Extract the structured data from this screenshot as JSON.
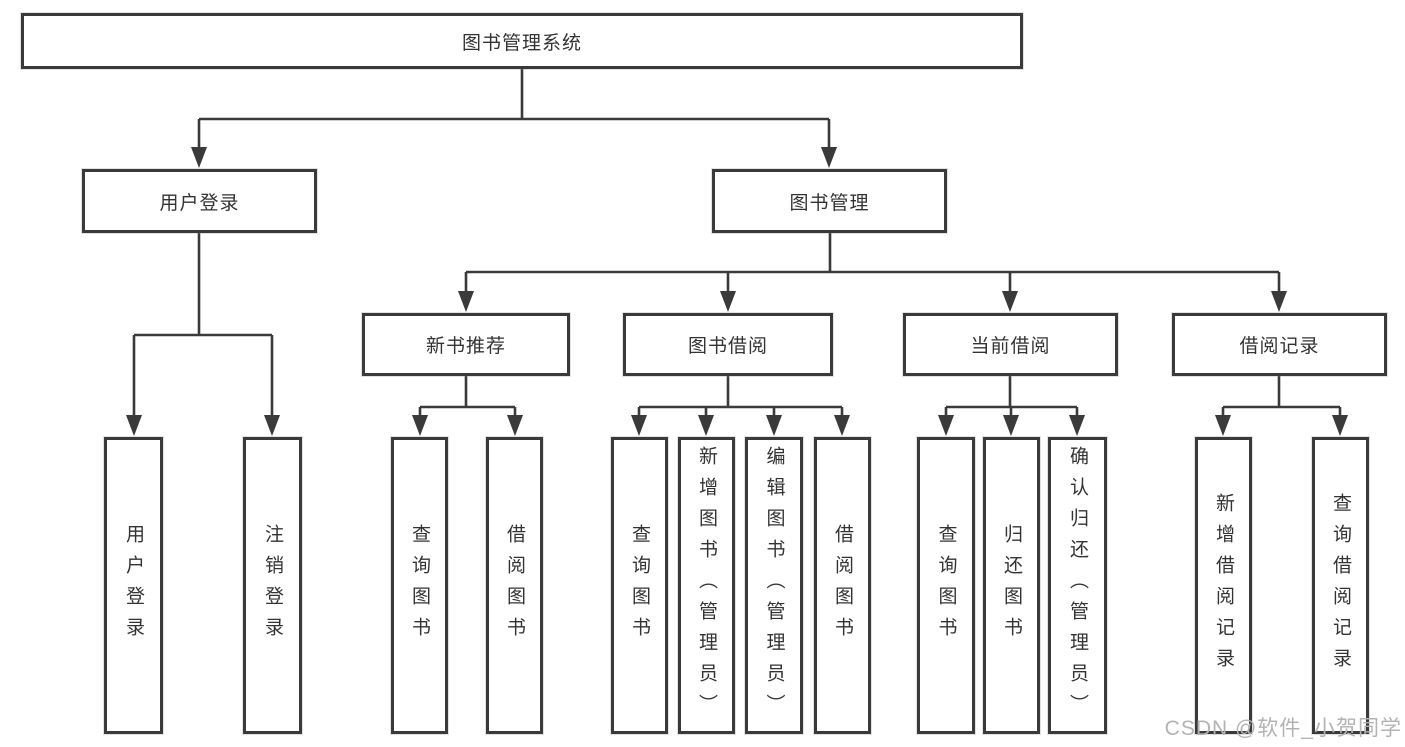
{
  "diagram": {
    "type": "hierarchy-tree",
    "title": "图书管理系统",
    "line_color": "#3a3a3a",
    "text_color": "#333333",
    "box_background": "#ffffff"
  },
  "nodes": {
    "root": {
      "label": "图书管理系统"
    },
    "level2": [
      {
        "label": "用户登录"
      },
      {
        "label": "图书管理"
      }
    ],
    "level3": [
      {
        "label": "新书推荐",
        "parent": "图书管理"
      },
      {
        "label": "图书借阅",
        "parent": "图书管理"
      },
      {
        "label": "当前借阅",
        "parent": "图书管理"
      },
      {
        "label": "借阅记录",
        "parent": "图书管理"
      }
    ],
    "leaves": [
      {
        "label": "用户登录",
        "parent": "用户登录"
      },
      {
        "label": "注销登录",
        "parent": "用户登录"
      },
      {
        "label": "查询图书",
        "parent": "新书推荐"
      },
      {
        "label": "借阅图书",
        "parent": "新书推荐"
      },
      {
        "label": "查询图书",
        "parent": "图书借阅"
      },
      {
        "label": "新增图书（管理员）",
        "parent": "图书借阅"
      },
      {
        "label": "编辑图书（管理员）",
        "parent": "图书借阅"
      },
      {
        "label": "借阅图书",
        "parent": "图书借阅"
      },
      {
        "label": "查询图书",
        "parent": "当前借阅"
      },
      {
        "label": "归还图书",
        "parent": "当前借阅"
      },
      {
        "label": "确认归还（管理员）",
        "parent": "当前借阅"
      },
      {
        "label": "新增借阅记录",
        "parent": "借阅记录"
      },
      {
        "label": "查询借阅记录",
        "parent": "借阅记录"
      }
    ]
  },
  "watermark": {
    "text": "CSDN @软件_小贺同学",
    "color": "#b5b2b2"
  }
}
